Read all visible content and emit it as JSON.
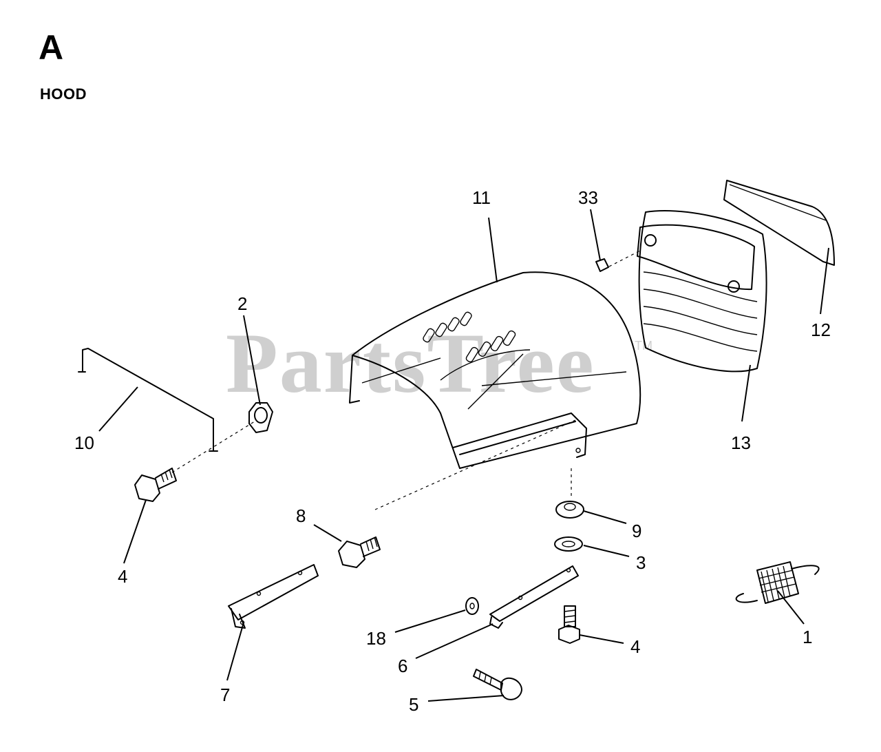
{
  "header": {
    "section_letter": "A",
    "section_title": "HOOD"
  },
  "watermark": {
    "text": "PartsTree",
    "tm": "TM"
  },
  "callouts": {
    "c1": "1",
    "c2": "2",
    "c3": "3",
    "c4a": "4",
    "c4b": "4",
    "c5": "5",
    "c6": "6",
    "c7": "7",
    "c8": "8",
    "c9": "9",
    "c10": "10",
    "c11": "11",
    "c12": "12",
    "c13": "13",
    "c18": "18",
    "c33": "33"
  }
}
